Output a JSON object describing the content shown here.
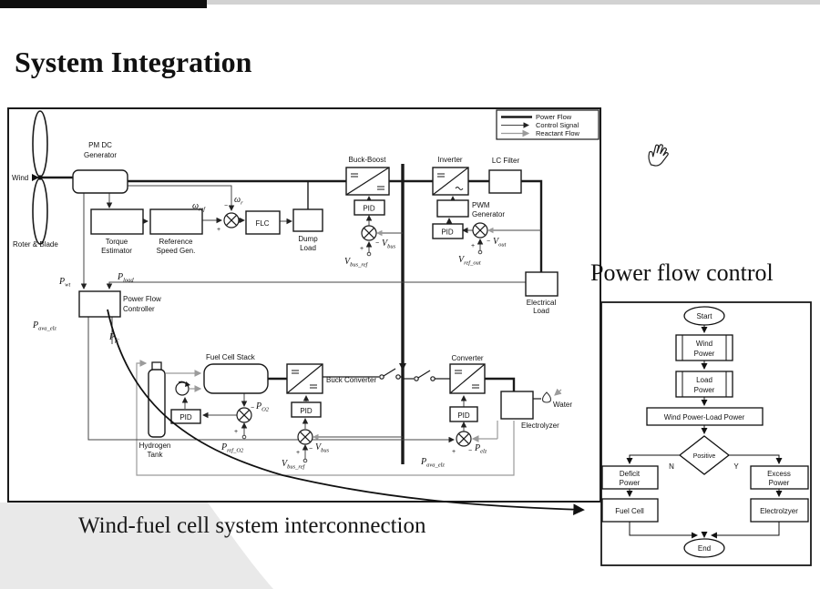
{
  "slide": {
    "title": "System Integration",
    "caption": "Wind-fuel cell system interconnection",
    "flow_title": "Power flow control",
    "cursor": "hand-cursor"
  },
  "legend": {
    "power_flow": "Power Flow",
    "control_signal": "Control Signal",
    "reactant_flow": "Reactant Flow"
  },
  "labels": {
    "wind": "Wind",
    "rotor_blade": "Roter & Blade",
    "pm_dc_1": "PM DC",
    "pm_dc_2": "Generator",
    "torque_1": "Torque",
    "torque_2": "Estimator",
    "refspeed_1": "Reference",
    "refspeed_2": "Speed Gen.",
    "flc": "FLC",
    "dump_1": "Dump",
    "dump_2": "Load",
    "buck_boost": "Buck-Boost",
    "inverter": "Inverter",
    "lc_filter": "LC Filter",
    "pwm_1": "PWM",
    "pwm_2": "Generator",
    "pid": "PID",
    "elec_load_1": "Electrical",
    "elec_load_2": "Load",
    "pfc_1": "Power Flow",
    "pfc_2": "Controller",
    "fcs": "Fuel Cell Stack",
    "h2_1": "Hydrogen",
    "h2_2": "Tank",
    "buck_converter": "Buck Converter",
    "converter": "Converter",
    "electrolyzer": "Electrolyzer",
    "water": "Water"
  },
  "math": {
    "p_wt": {
      "b": "P",
      "s": "wt"
    },
    "p_load": {
      "b": "P",
      "s": "load"
    },
    "p_ava_elz": {
      "b": "P",
      "s": "ava_elz"
    },
    "p_fc": {
      "b": "P",
      "s": "fc"
    },
    "w_ref": {
      "b": "ω",
      "s": "ref"
    },
    "w_r": {
      "b": "ω",
      "s": "r"
    },
    "v_bus": {
      "b": "V",
      "s": "bus"
    },
    "v_bus_ref": {
      "b": "V",
      "s": "bus_ref"
    },
    "v_out": {
      "b": "V",
      "s": "out"
    },
    "v_ref_out": {
      "b": "V",
      "s": "ref_out"
    },
    "p_o2": {
      "b": "P",
      "s": "O2"
    },
    "p_ref_o2": {
      "b": "P",
      "s": "ref_O2"
    },
    "p_elz": {
      "b": "P",
      "s": "elz"
    }
  },
  "signs": {
    "plus": "+",
    "minus": "−"
  },
  "flowchart": {
    "start": "Start",
    "wind_1": "Wind",
    "wind_2": "Power",
    "load_1": "Load",
    "load_2": "Power",
    "compare": "Wind Power-Load Power",
    "decision": "Positive",
    "no": "N",
    "yes": "Y",
    "deficit_1": "Deficit",
    "deficit_2": "Power",
    "excess_1": "Excess",
    "excess_2": "Power",
    "fuel_cell": "Fuel Cell",
    "electrolyzer": "Electrolzyer",
    "end": "End"
  },
  "colors": {
    "line": "#1a1a1a",
    "reactant": "#9b9b9b",
    "panel_gray": "#e9e9e9"
  }
}
